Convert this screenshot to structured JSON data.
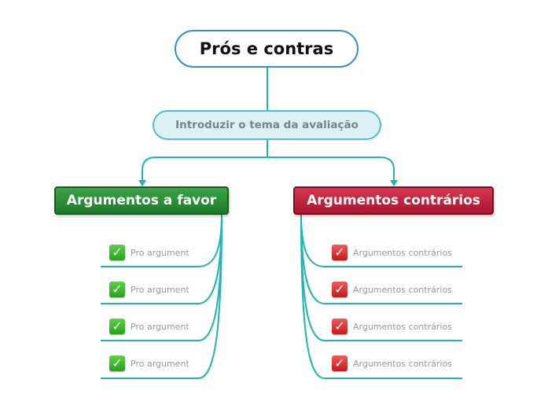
{
  "root": {
    "title": "Prós e contras"
  },
  "intro": {
    "label": "Introduzir o tema da avaliação"
  },
  "pros": {
    "title": "Argumentos a favor",
    "items": [
      "Pro argument",
      "Pro argument",
      "Pro argument",
      "Pro argument"
    ]
  },
  "cons": {
    "title": "Argumentos contrários",
    "items": [
      "Argumentos contrários",
      "Argumentos contrários",
      "Argumentos contrários",
      "Argumentos contrários"
    ]
  },
  "colors": {
    "connector": "#1fb5b0",
    "root_border": "#3b8fc4",
    "intro_fill": "#dcf0f6",
    "pro_fill": "#2e9439",
    "con_fill": "#c12039"
  },
  "icons": {
    "pro": "green-check-icon",
    "con": "red-check-icon"
  }
}
